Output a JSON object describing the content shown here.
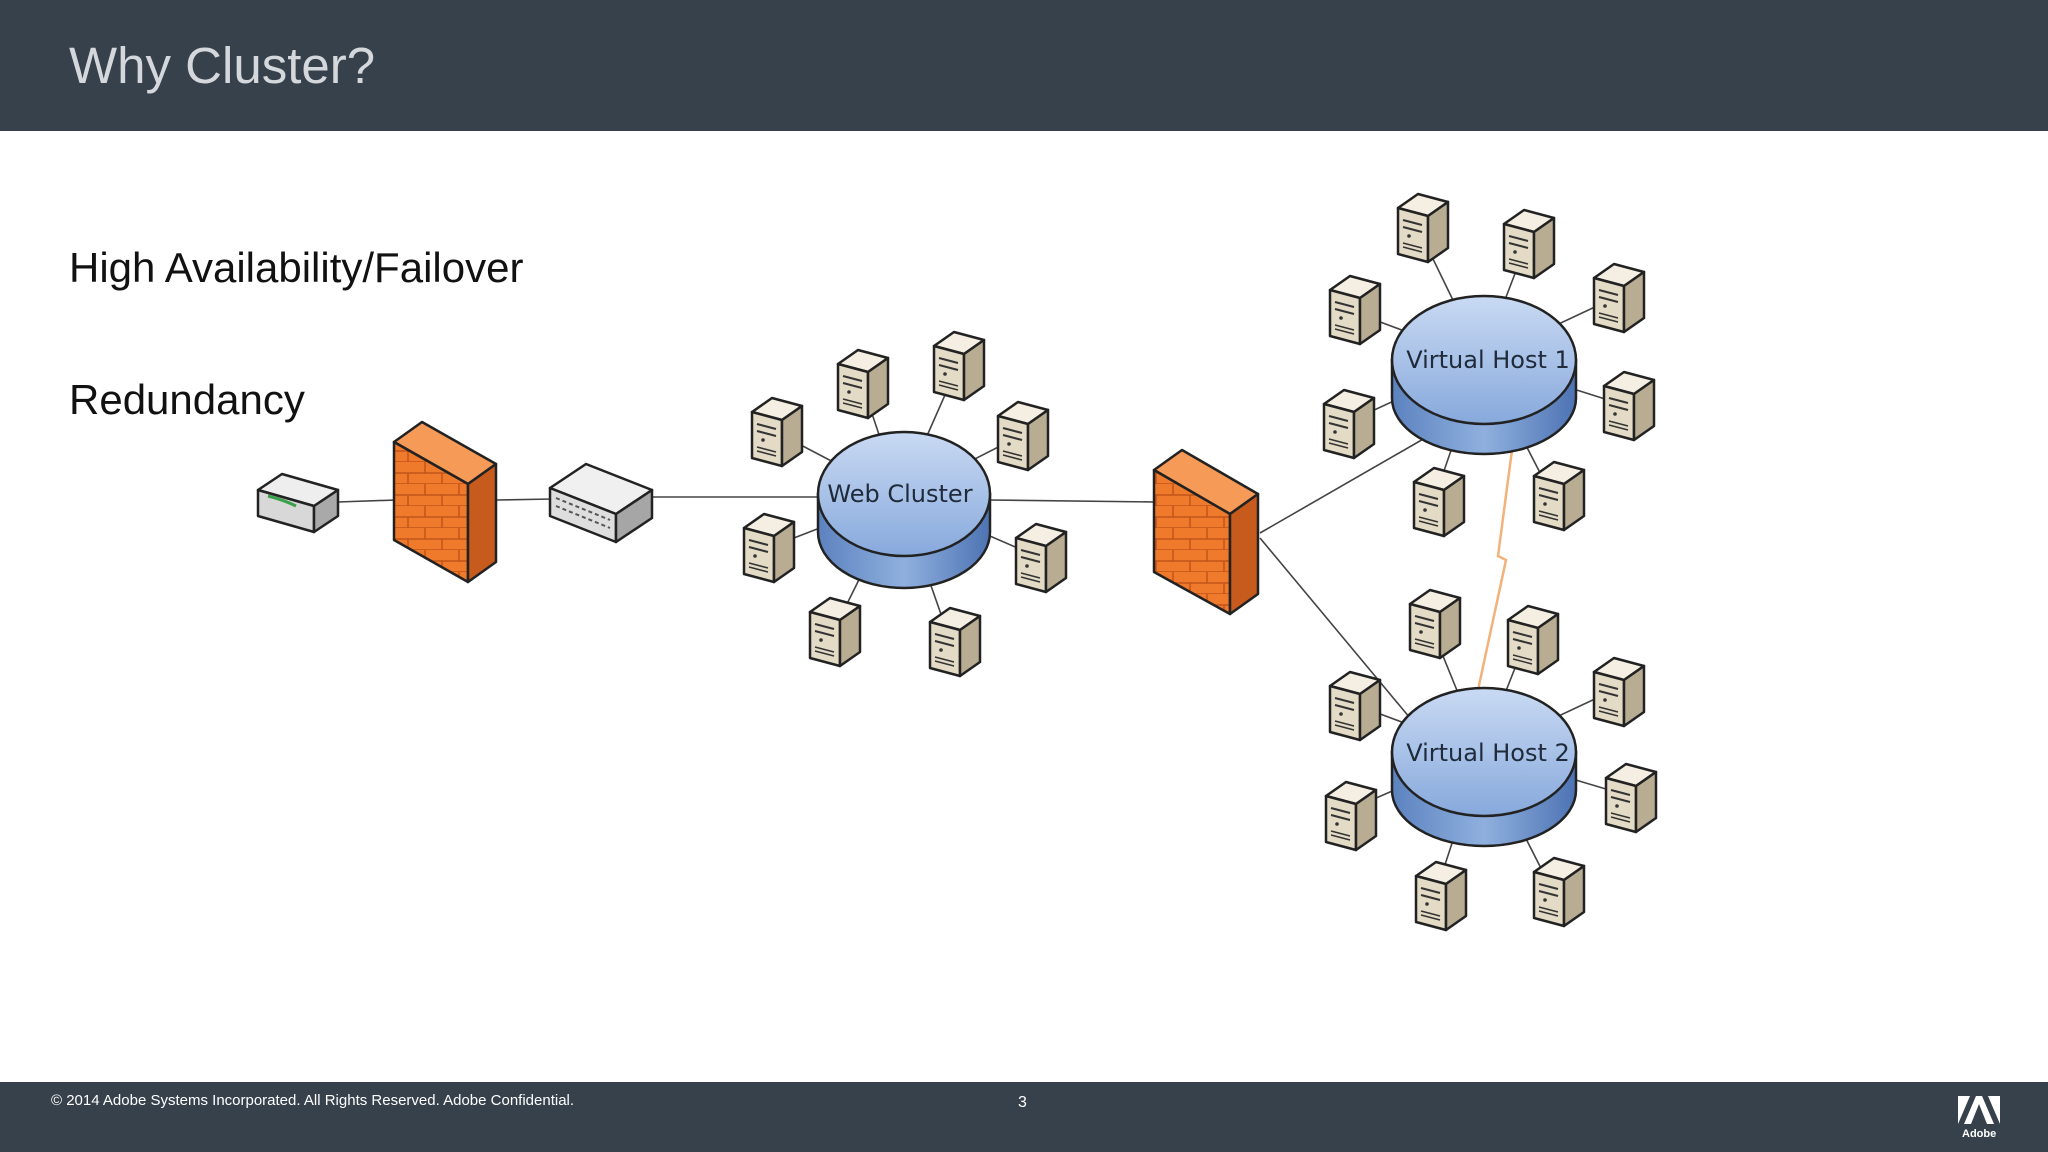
{
  "slide": {
    "title": "Why Cluster?",
    "bullets": [
      "High Availability/Failover",
      "Redundancy"
    ],
    "footer": {
      "copyright": "© 2014 Adobe Systems Incorporated.  All Rights Reserved.  Adobe Confidential.",
      "page_number": "3",
      "logo_text": "Adobe"
    }
  },
  "diagram": {
    "hubs": {
      "web_cluster": "Web Cluster",
      "virtual_host_1": "Virtual Host 1",
      "virtual_host_2": "Virtual Host 2"
    }
  },
  "colors": {
    "header_bg": "#37414b",
    "firewall": "#f07a2c",
    "hub": "#8fb0de",
    "server": "#e4dcc8",
    "heartbeat": "#f2b27a"
  }
}
